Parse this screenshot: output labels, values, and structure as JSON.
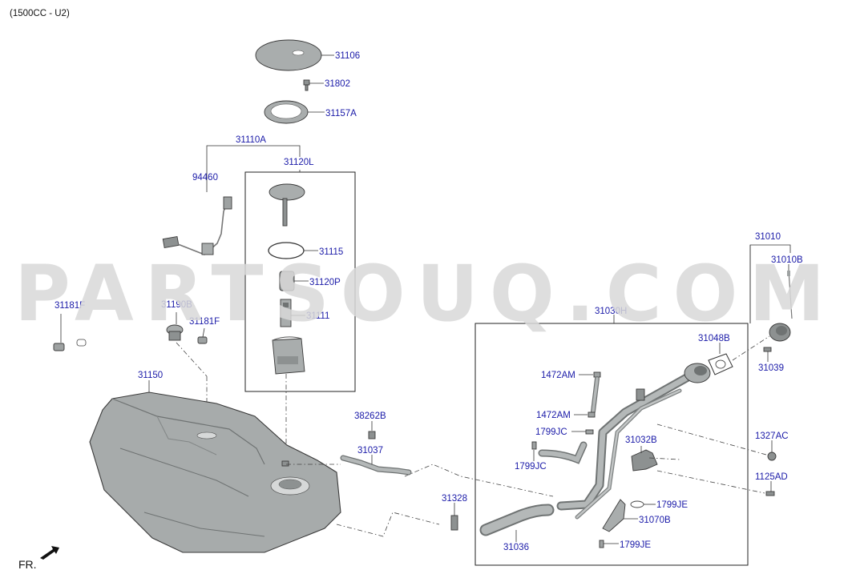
{
  "header": {
    "variant": "(1500CC - U2)"
  },
  "watermark": {
    "text": "PARTSOUQ.COM"
  },
  "orientation": {
    "label": "FR."
  },
  "colors": {
    "label": "#1a1aa8",
    "part_fill": "#a9adad",
    "part_dark": "#6f7373",
    "watermark": "#d9d9d9"
  },
  "callouts": {
    "p31106": "31106",
    "p31802": "31802",
    "p31157A": "31157A",
    "p31110A": "31110A",
    "p94460": "94460",
    "p31120L": "31120L",
    "p31115": "31115",
    "p31120P": "31120P",
    "p31111": "31111",
    "p31181F_left": "31181F",
    "p31190B": "31190B",
    "p31181F_mid": "31181F",
    "p31150": "31150",
    "p38262B": "38262B",
    "p31037": "31037",
    "p31328": "31328",
    "p31036": "31036",
    "p31030H": "31030H",
    "p1472AM_top": "1472AM",
    "p1472AM_bottom": "1472AM",
    "p1799JC_top": "1799JC",
    "p1799JC_bottom": "1799JC",
    "p31032B": "31032B",
    "p1799JE_top": "1799JE",
    "p31070B": "31070B",
    "p1799JE_bottom": "1799JE",
    "p31048B": "31048B",
    "p31010": "31010",
    "p31010B": "31010B",
    "p31039": "31039",
    "p1327AC": "1327AC",
    "p1125AD": "1125AD"
  }
}
